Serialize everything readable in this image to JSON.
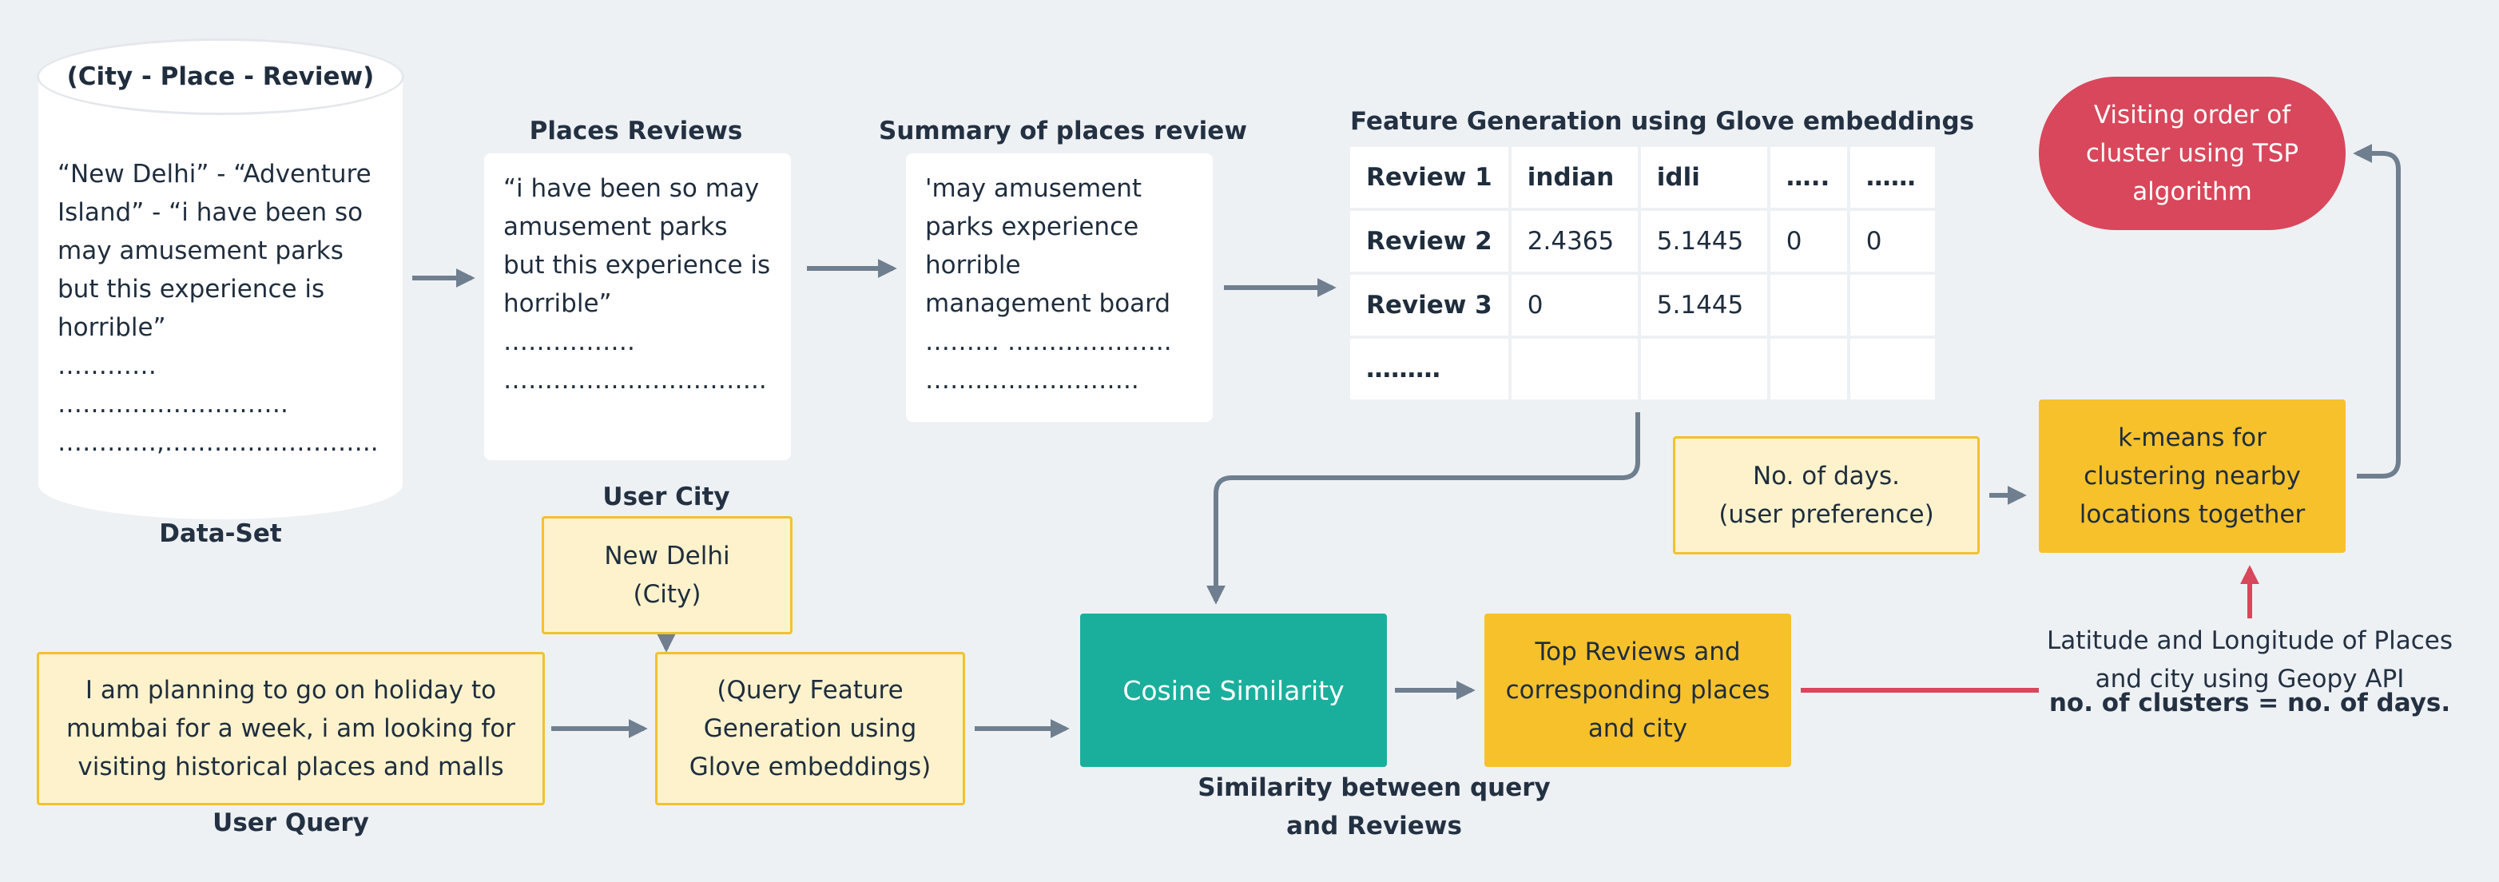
{
  "dataset": {
    "header": "(City - Place -  Review)",
    "lines": [
      "“New Delhi” - “Adventure",
      "Island” - “i have been so",
      "may amusement parks",
      "but this experience is",
      "horrible”",
      "…………",
      "……………………….",
      "…………,…………………….."
    ],
    "label": "Data-Set"
  },
  "places_reviews": {
    "title": "Places Reviews",
    "lines": [
      "“i have been so may",
      "amusement parks",
      "but this experience is",
      "horrible”",
      "…………….",
      "………………………….."
    ]
  },
  "summary": {
    "title": "Summary of places review",
    "lines": [
      "'may amusement",
      "parks experience",
      "horrible",
      "management board",
      "……… ………………..",
      "…………………….."
    ]
  },
  "features": {
    "title": "Feature Generation using Glove embeddings",
    "rows": [
      [
        "Review 1",
        "indian",
        "idli",
        "…..",
        "……"
      ],
      [
        "Review 2",
        "2.4365",
        "5.1445",
        "0",
        "0"
      ],
      [
        "Review 3",
        "0",
        "5.1445",
        "",
        ""
      ],
      [
        "………",
        "",
        "",
        "",
        ""
      ]
    ]
  },
  "tsp": {
    "lines": [
      "Visiting order of",
      "cluster using TSP",
      "algorithm"
    ]
  },
  "days": {
    "lines": [
      "No. of days.",
      "(user preference)"
    ]
  },
  "kmeans": {
    "lines": [
      "k-means for",
      "clustering nearby",
      "locations together"
    ]
  },
  "user_city": {
    "title": "User City",
    "lines": [
      "New Delhi",
      "(City)"
    ]
  },
  "user_query": {
    "lines": [
      "I am planning to go on holiday to",
      "mumbai for a week, i am looking for",
      "visiting historical places and malls"
    ],
    "label": "User Query"
  },
  "query_feature": {
    "lines": [
      "(Query Feature",
      "Generation using",
      "Glove embeddings)"
    ]
  },
  "cosine": {
    "text": "Cosine Similarity",
    "lines": [
      "Similarity between query",
      "and Reviews"
    ]
  },
  "top_reviews": {
    "lines": [
      "Top Reviews and",
      "corresponding places",
      "and city"
    ]
  },
  "geo": {
    "lines": [
      "Latitude and Longitude of Places",
      "and city using Geopy API"
    ],
    "clusters": "no. of clusters = no. of days."
  },
  "colors": {
    "background": "#eef1f4",
    "card": "#ffffff",
    "pale_yellow": "#fdf2cc",
    "yellow_border": "#f2c12e",
    "gold": "#f7c12b",
    "teal": "#1aaf9c",
    "red": "#d8475b",
    "arrow_gray": "#6f7f8f",
    "arrow_red": "#d8475b"
  }
}
